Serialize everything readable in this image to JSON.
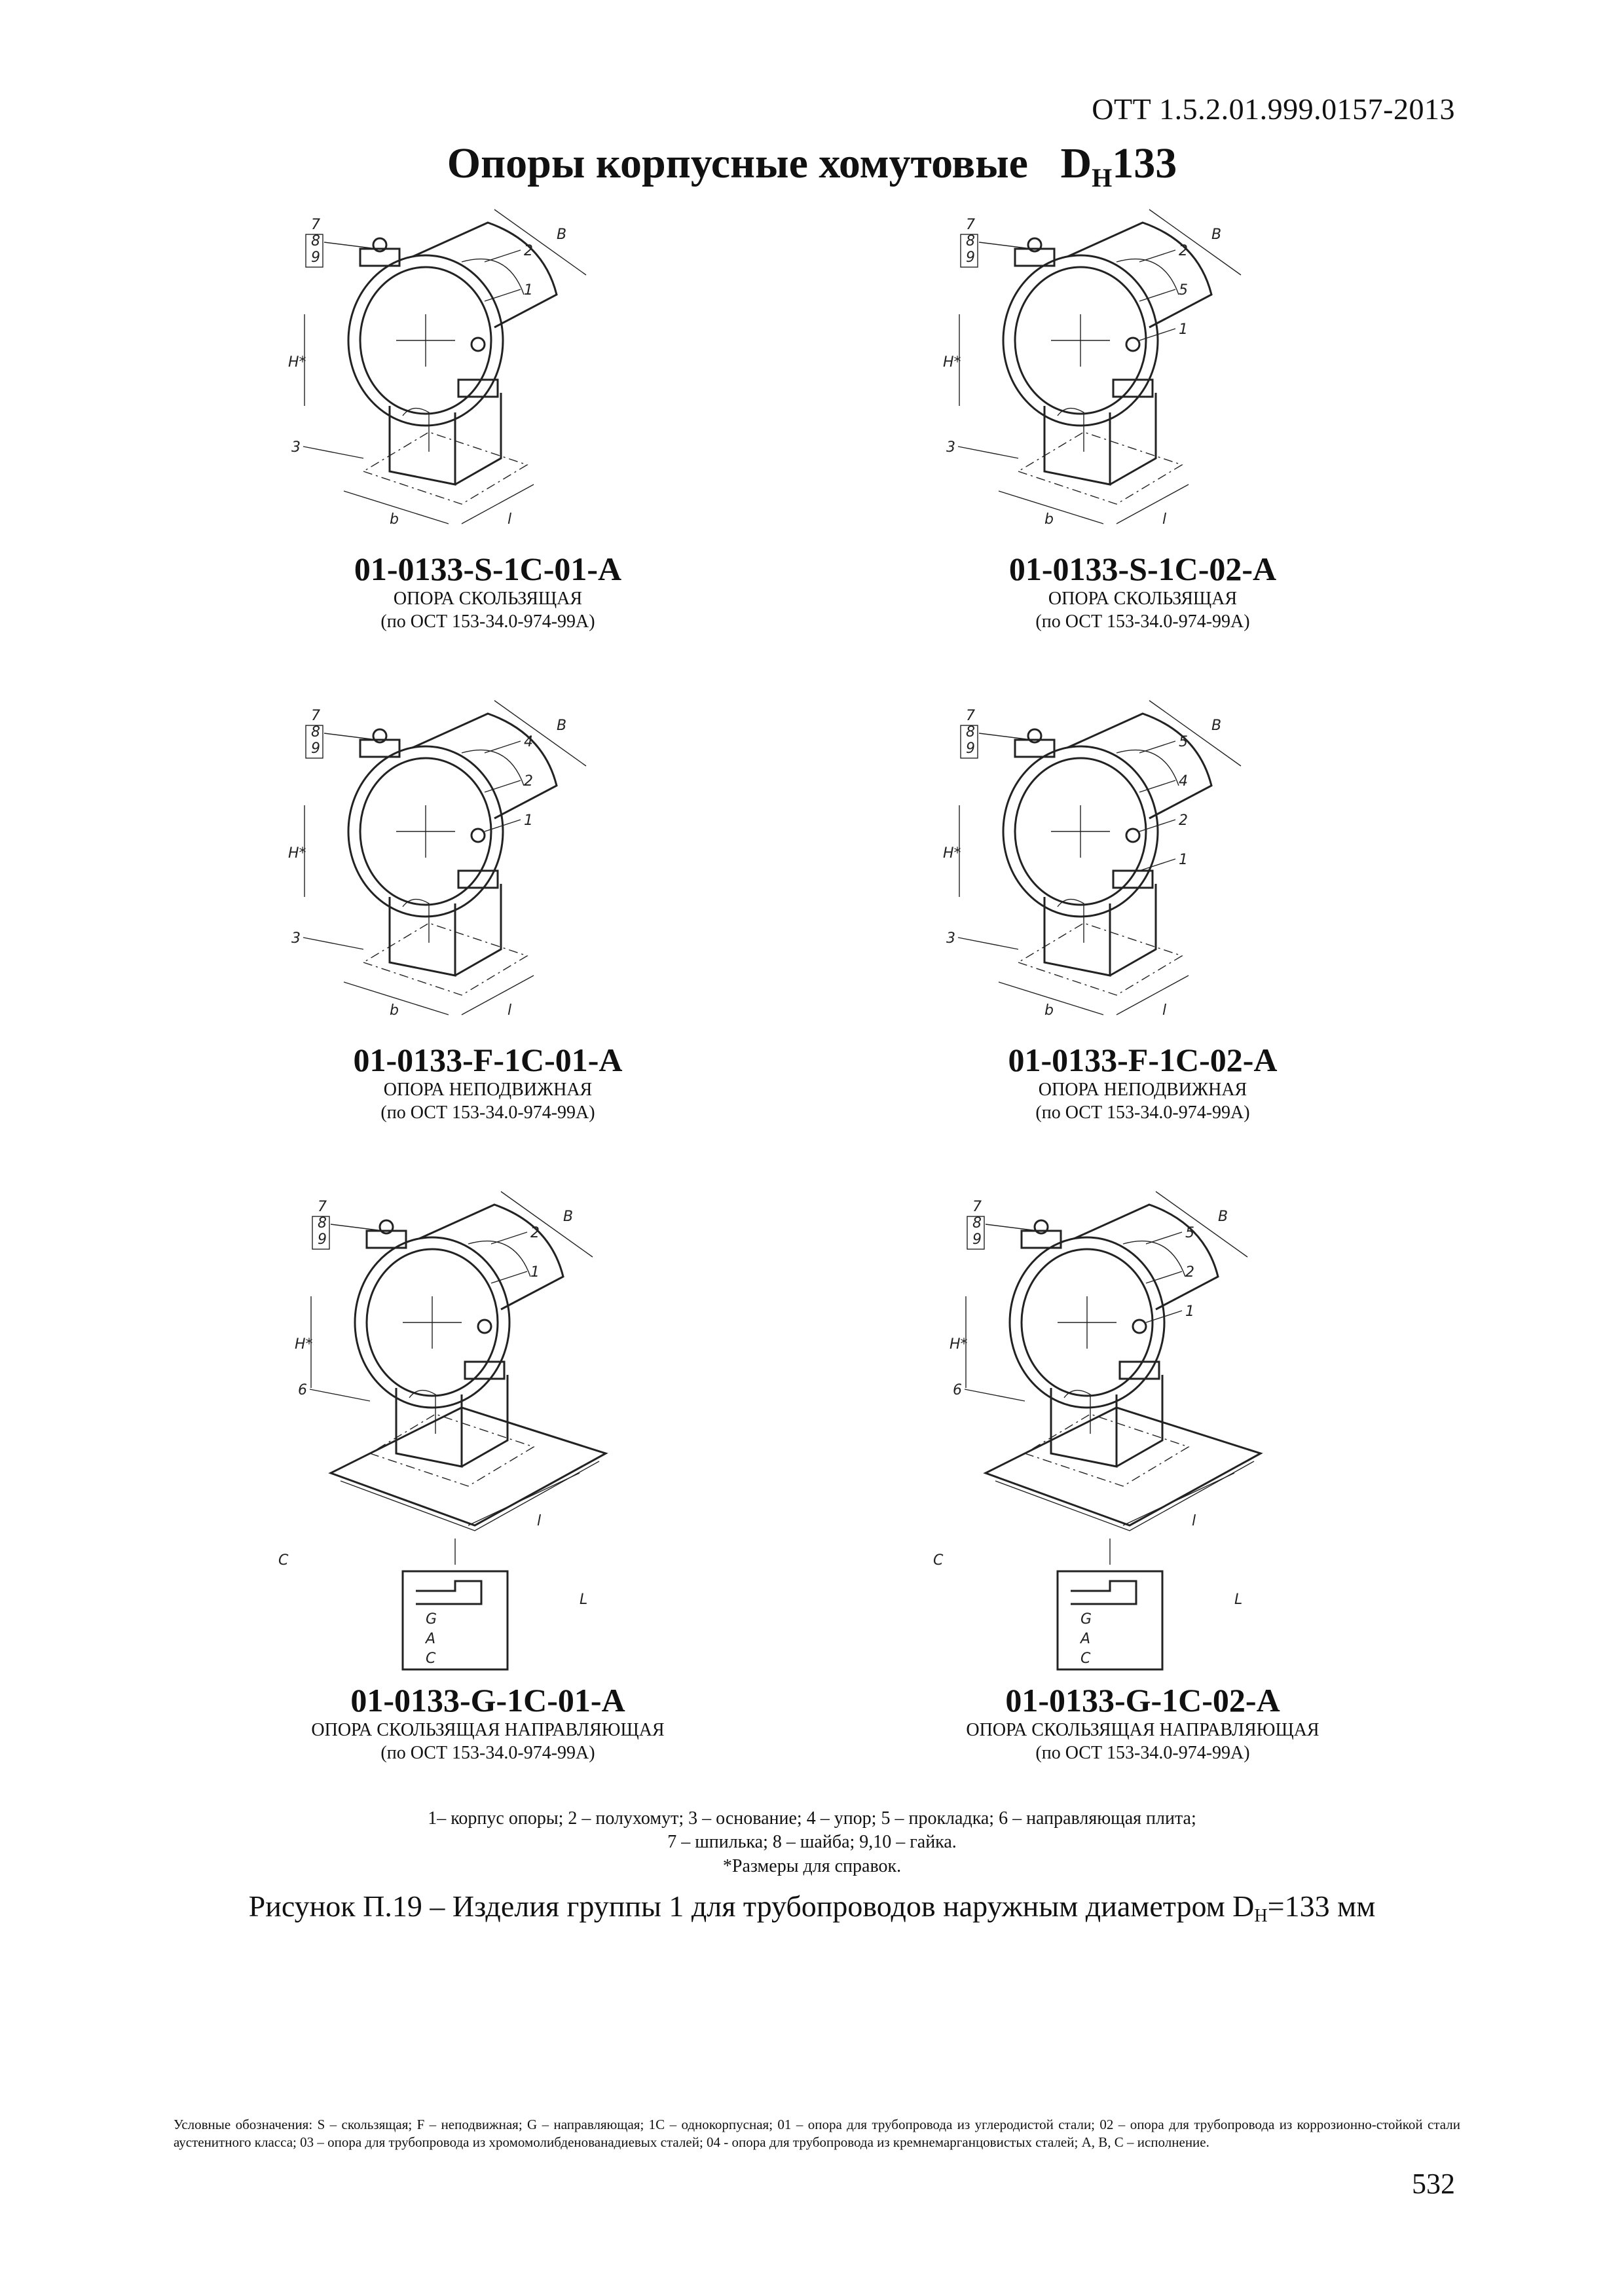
{
  "header": {
    "doc_code": "ОТТ 1.5.2.01.999.0157-2013",
    "title_main": "Опоры корпусные хомутовые",
    "title_d": "D",
    "title_sub": "H",
    "title_num": "133"
  },
  "supports": [
    {
      "code": "01-0133-S-1C-01-A",
      "name": "ОПОРА СКОЛЬЗЯЩАЯ",
      "standard": "(по ОСТ 153-34.0-974-99А)",
      "callouts": [
        "7",
        "8",
        "9",
        "2",
        "1",
        "3"
      ]
    },
    {
      "code": "01-0133-S-1C-02-A",
      "name": "ОПОРА СКОЛЬЗЯЩАЯ",
      "standard": "(по ОСТ 153-34.0-974-99А)",
      "callouts": [
        "7",
        "8",
        "9",
        "2",
        "5",
        "1",
        "3"
      ]
    },
    {
      "code": "01-0133-F-1C-01-A",
      "name": "ОПОРА НЕПОДВИЖНАЯ",
      "standard": "(по ОСТ 153-34.0-974-99А)",
      "callouts": [
        "7",
        "8",
        "9",
        "4",
        "2",
        "1",
        "3"
      ]
    },
    {
      "code": "01-0133-F-1C-02-A",
      "name": "ОПОРА НЕПОДВИЖНАЯ",
      "standard": "(по ОСТ 153-34.0-974-99А)",
      "callouts": [
        "7",
        "8",
        "9",
        "5",
        "4",
        "2",
        "1",
        "3"
      ]
    },
    {
      "code": "01-0133-G-1C-01-A",
      "name": "ОПОРА СКОЛЬЗЯЩАЯ НАПРАВЛЯЮЩАЯ",
      "standard": "(по ОСТ 153-34.0-974-99А)",
      "callouts": [
        "7",
        "8",
        "9",
        "2",
        "1",
        "6"
      ]
    },
    {
      "code": "01-0133-G-1C-02-A",
      "name": "ОПОРА СКОЛЬЗЯЩАЯ НАПРАВЛЯЮЩАЯ",
      "standard": "(по ОСТ 153-34.0-974-99А)",
      "callouts": [
        "7",
        "8",
        "9",
        "5",
        "2",
        "1",
        "6"
      ]
    }
  ],
  "dimension_labels": {
    "height": "H*",
    "width": "B",
    "base_b": "b",
    "base_l": "l",
    "plate_c": "C",
    "plate_l": "L",
    "detail_g": "G",
    "detail_a": "A",
    "detail_c": "C"
  },
  "legend": {
    "line1": "1– корпус опоры; 2 – полухомут; 3 – основание; 4 – упор; 5 – прокладка; 6 – направляющая плита;",
    "line2": "7 – шпилька; 8 – шайба; 9,10 – гайка.",
    "line3": "*Размеры для справок."
  },
  "caption": {
    "text_before": "Рисунок П.19 – Изделия группы 1 для трубопроводов наружным диаметром D",
    "sub": "H",
    "text_after": "=133 мм"
  },
  "notes": "Условные обозначения: S – скользящая; F – неподвижная;  G – направляющая; 1C – однокорпусная; 01 – опора для трубопровода из углеродистой стали; 02 – опора для трубопровода из коррозионно-стойкой стали аустенитного класса; 03 – опора для трубопровода из хромомолибденованадиевых сталей; 04 - опора для трубопровода из кремнемарганцовистых сталей; А, В, С – исполнение.",
  "page_number": "532"
}
